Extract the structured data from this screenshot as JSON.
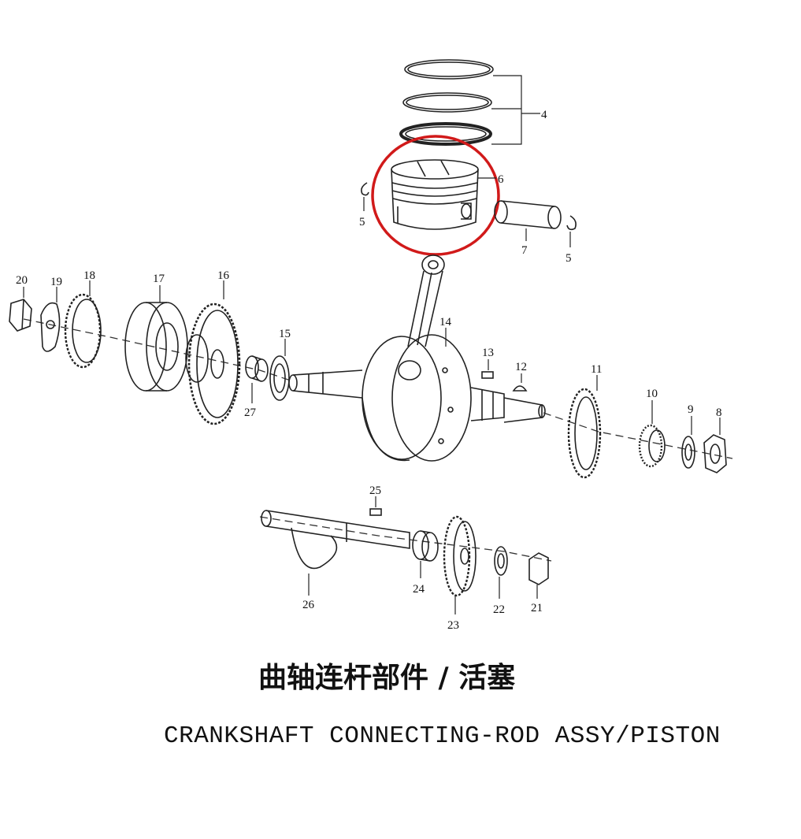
{
  "title_cn": "曲轴连杆部件 / 活塞",
  "title_en": "CRANKSHAFT CONNECTING-ROD ASSY/PISTON",
  "highlight_color": "#d11a1a",
  "line_color": "#222222",
  "callouts": {
    "c4": "4",
    "c5a": "5",
    "c5b": "5",
    "c6": "6",
    "c7": "7",
    "c8": "8",
    "c9": "9",
    "c10": "10",
    "c11": "11",
    "c12": "12",
    "c13": "13",
    "c14": "14",
    "c15": "15",
    "c16": "16",
    "c17": "17",
    "c18": "18",
    "c19": "19",
    "c20": "20",
    "c21": "21",
    "c22": "22",
    "c23": "23",
    "c24": "24",
    "c25": "25",
    "c26": "26",
    "c27": "27"
  }
}
